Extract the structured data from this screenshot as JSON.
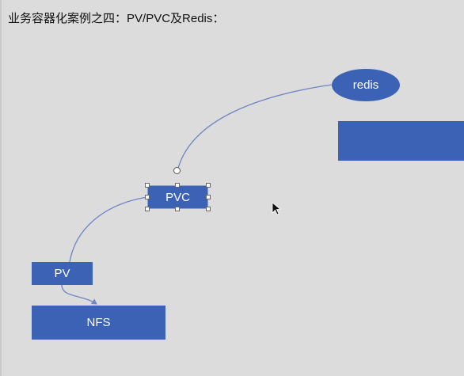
{
  "slide": {
    "title_cn": "业务容器化案例之四：",
    "title_en": "PV/PVC及Redis："
  },
  "nodes": {
    "redis": "redis",
    "pvc": "PVC",
    "pv": "PV",
    "nfs": "NFS",
    "blank": ""
  },
  "colors": {
    "shape_fill": "#3b62b5",
    "connector": "#6f85c4",
    "background": "#dcdcdc"
  },
  "icons": {
    "cursor": "mouse-pointer-icon",
    "rotate": "rotate-handle-icon"
  }
}
